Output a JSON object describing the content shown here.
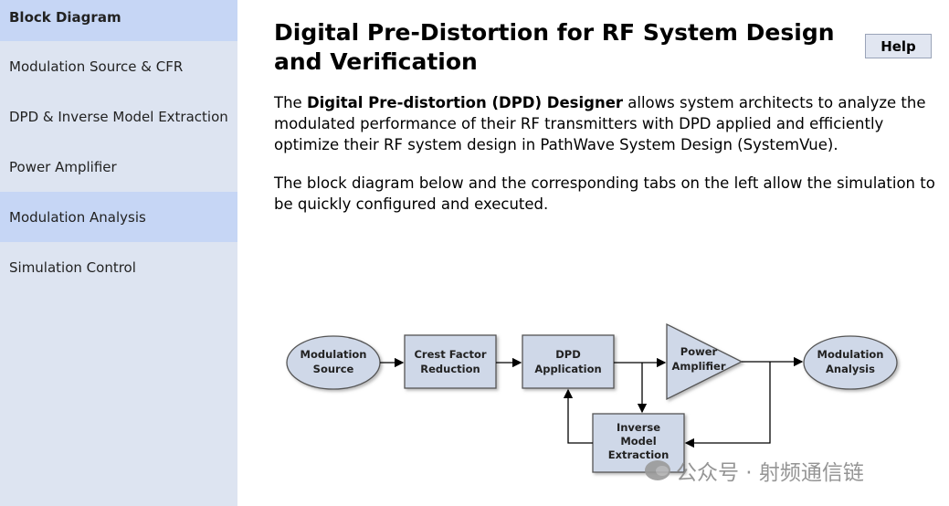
{
  "sidebar": {
    "items": [
      {
        "label": "Block Diagram",
        "state": "active"
      },
      {
        "label": "Modulation Source & CFR",
        "state": "normal"
      },
      {
        "label": "DPD & Inverse Model Extraction",
        "state": "normal"
      },
      {
        "label": "Power Amplifier",
        "state": "normal"
      },
      {
        "label": "Modulation Analysis",
        "state": "highlight"
      },
      {
        "label": "Simulation Control",
        "state": "normal"
      }
    ]
  },
  "main": {
    "title": "Digital Pre-Distortion for RF System Design and Verification",
    "help_label": "Help",
    "intro_before": "The ",
    "intro_bold": "Digital Pre-distortion (DPD) Designer",
    "intro_after": " allows system architects to analyze the modulated performance of their RF transmitters with DPD applied and efficiently optimize their RF system design in PathWave System Design (SystemVue).",
    "paragraph2": "The block diagram below and the corresponding tabs on the left allow the simulation to be quickly configured and executed."
  },
  "diagram": {
    "modulation_source": [
      "Modulation",
      "Source"
    ],
    "cfr": [
      "Crest Factor",
      "Reduction"
    ],
    "dpd": [
      "DPD",
      "Application"
    ],
    "pa": [
      "Power",
      "Amplifier"
    ],
    "analysis": [
      "Modulation",
      "Analysis"
    ],
    "inverse": [
      "Inverse",
      "Model",
      "Extraction"
    ]
  },
  "watermark": {
    "text": "公众号 · 射频通信链"
  },
  "colors": {
    "sidebar_bg": "#dde4f1",
    "sidebar_active": "#c6d6f5",
    "block_fill": "#cfd8e8",
    "block_stroke": "#555555"
  }
}
